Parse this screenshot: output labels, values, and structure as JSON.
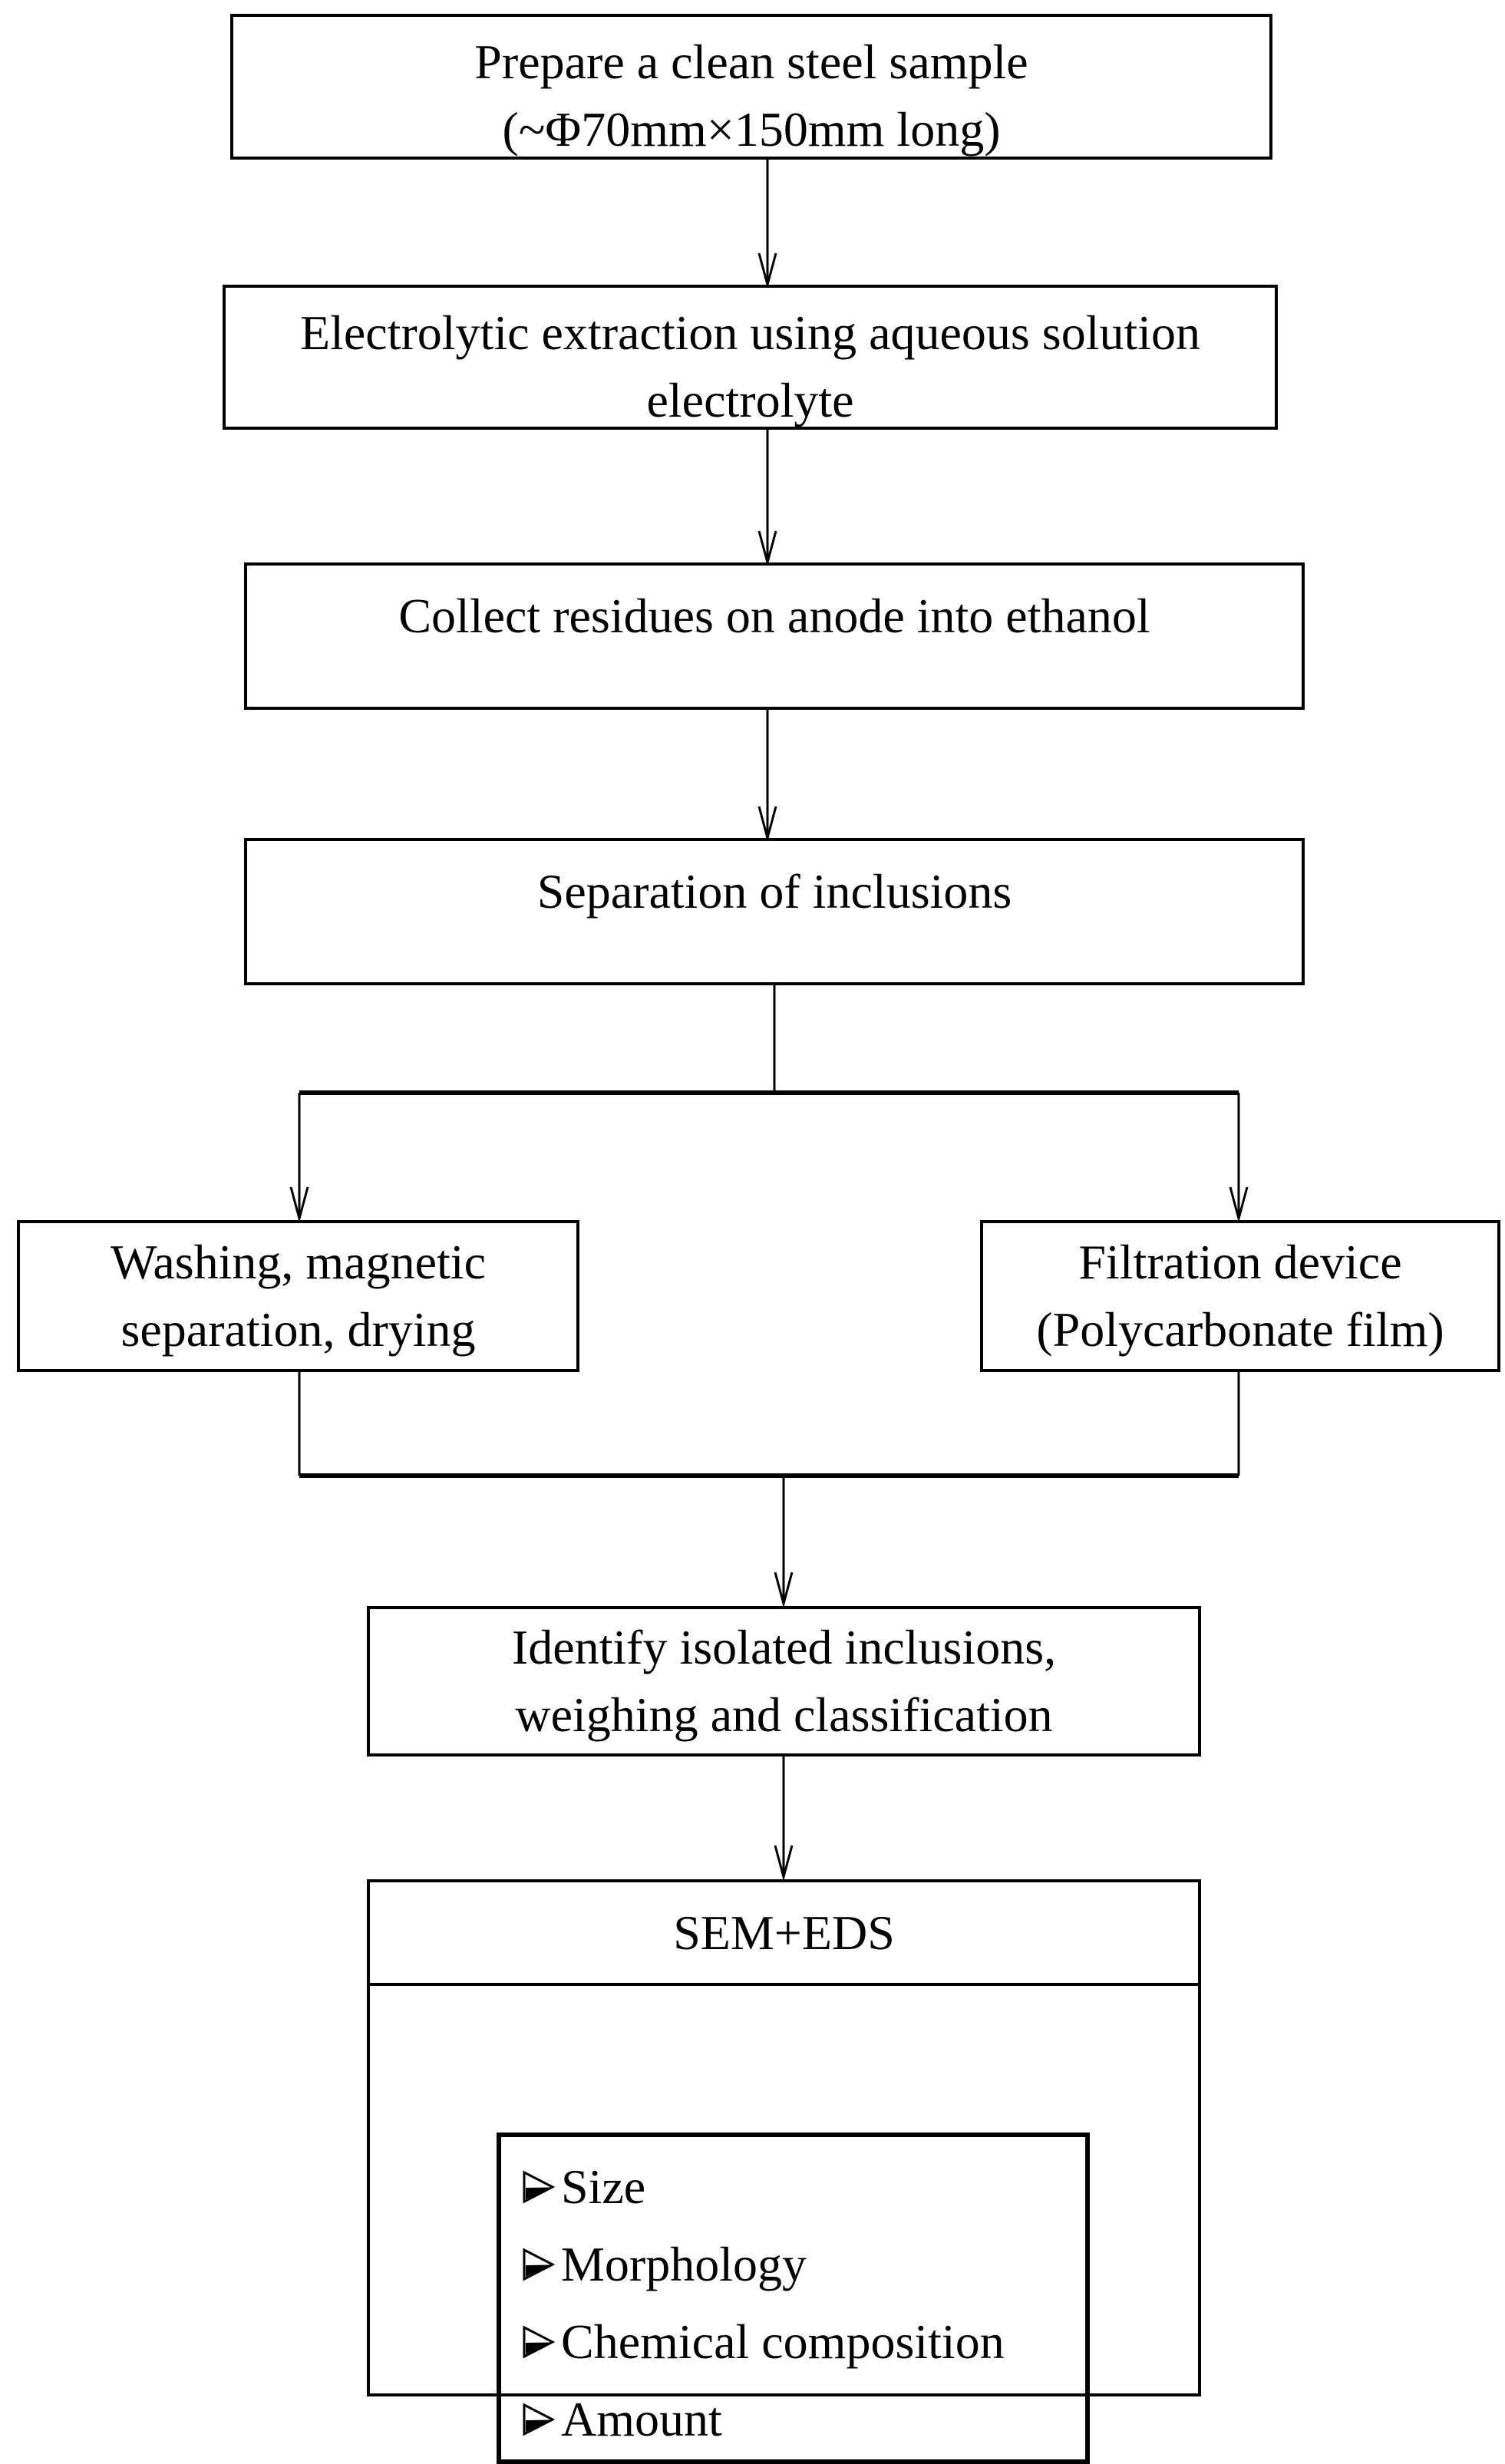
{
  "colors": {
    "stroke": "#000000",
    "background": "#ffffff",
    "text": "#000000"
  },
  "flowchart": {
    "nodes": {
      "prepare": {
        "lines": [
          "Prepare a clean steel sample",
          "(~Φ70mm×150mm long)"
        ]
      },
      "electrolytic": {
        "lines": [
          "Electrolytic extraction using aqueous solution",
          "electrolyte"
        ]
      },
      "collect": {
        "lines": [
          "Collect residues on anode into ethanol"
        ]
      },
      "separation": {
        "lines": [
          "Separation of inclusions"
        ]
      },
      "washing": {
        "lines": [
          "Washing, magnetic",
          "separation, drying"
        ]
      },
      "filtration": {
        "lines": [
          "Filtration device",
          "(Polycarbonate film)"
        ]
      },
      "identify": {
        "lines": [
          "Identify isolated inclusions,",
          "weighing and classification"
        ]
      },
      "sem_eds": {
        "title": "SEM+EDS",
        "bullet_glyph": "➢",
        "items": [
          "Size",
          "Morphology",
          "Chemical composition",
          "Amount"
        ]
      }
    }
  }
}
